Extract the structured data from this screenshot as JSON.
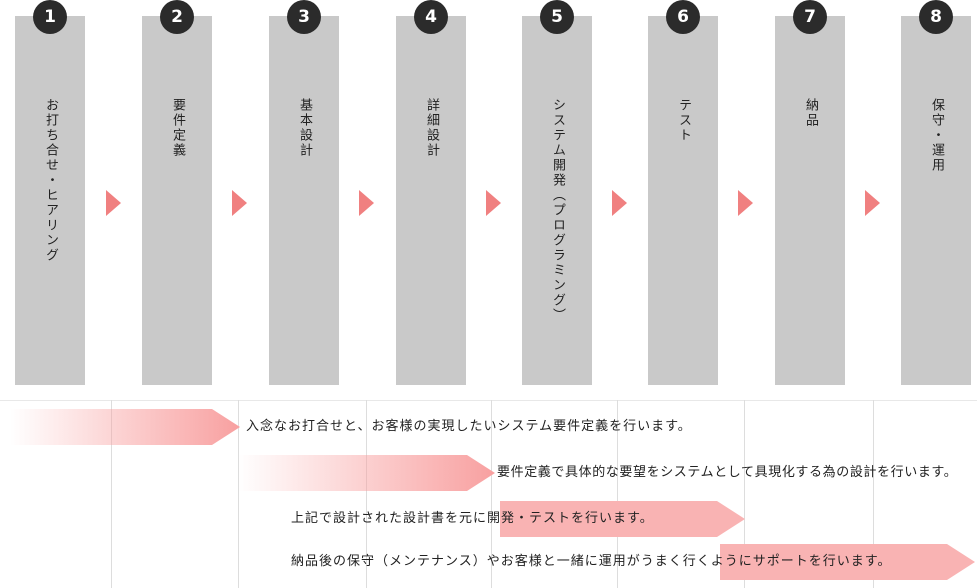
{
  "steps": [
    {
      "number": "1",
      "label": "お打ち合せ・ヒアリング"
    },
    {
      "number": "2",
      "label": "要件定義"
    },
    {
      "number": "3",
      "label": "基本設計"
    },
    {
      "number": "4",
      "label": "詳細設計"
    },
    {
      "number": "5",
      "label": "システム開発（プログラミング）"
    },
    {
      "number": "6",
      "label": "テスト"
    },
    {
      "number": "7",
      "label": "納品"
    },
    {
      "number": "8",
      "label": "保守・運用"
    }
  ],
  "phases": [
    {
      "text": "入念なお打合せと、お客様の実現したいシステム要件定義を行います。"
    },
    {
      "text": "要件定義で具体的な要望をシステムとして具現化する為の設計を行います。"
    },
    {
      "text": "上記で設計された設計書を元に開発・テストを行います。"
    },
    {
      "text": "納品後の保守（メンテナンス）やお客様と一緒に運用がうまく行くようにサポートを行います。"
    }
  ],
  "colors": {
    "bar": "#c9c9c9",
    "badge": "#2b2b2b",
    "arrow": "#f08080",
    "phase_arrow": "#f8a0a0"
  }
}
